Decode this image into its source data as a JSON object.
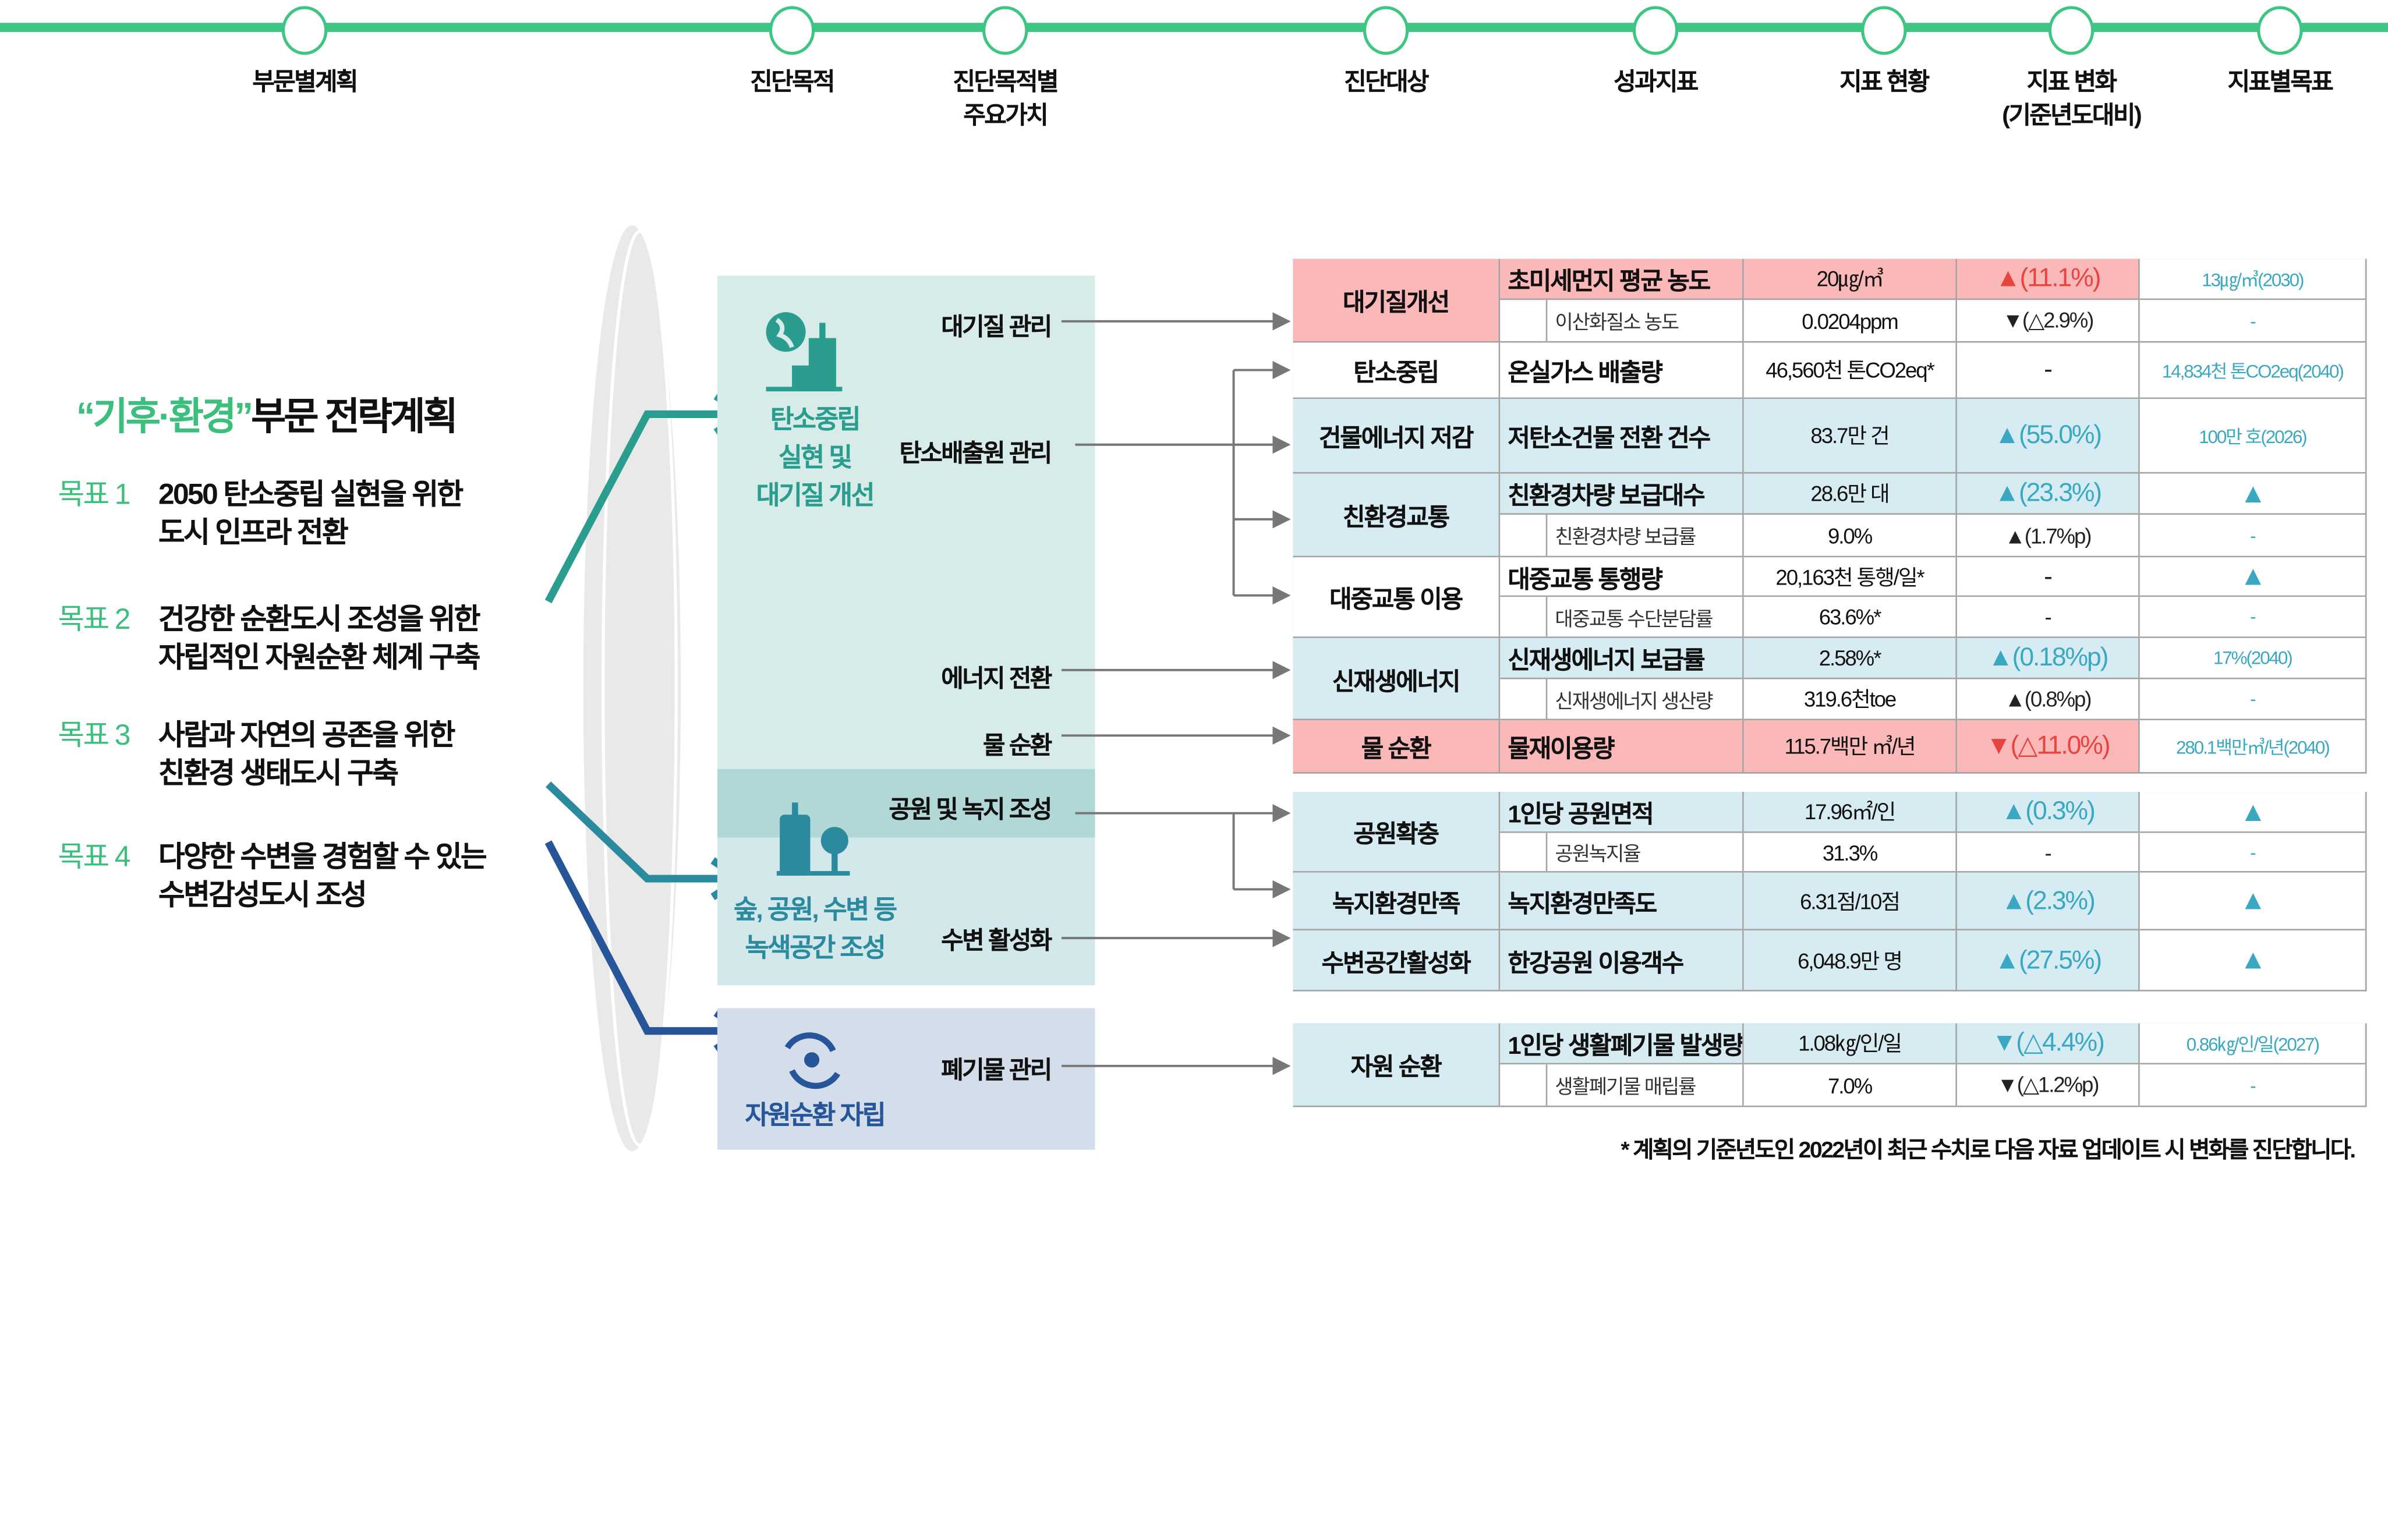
{
  "timeline": {
    "color": "#3fc583",
    "stages": [
      "부문별계획",
      "진단목적",
      "진단목적별\n주요가치",
      "진단대상",
      "성과지표",
      "지표 현황",
      "지표 변화\n(기준년도대비)",
      "지표별목표"
    ]
  },
  "left": {
    "title_quote": "“기후·환경”",
    "title_rest": "부문 전략계획",
    "goals": [
      {
        "label": "목표 1",
        "text": "2050 탄소중립 실현을 위한\n도시 인프라 전환"
      },
      {
        "label": "목표 2",
        "text": "건강한 순환도시 조성을 위한\n자립적인 자원순환 체계 구축"
      },
      {
        "label": "목표 3",
        "text": "사람과 자연의 공존을 위한\n친환경 생태도시 구축"
      },
      {
        "label": "목표 4",
        "text": "다양한 수변을 경험할 수 있는\n수변감성도시 조성"
      }
    ]
  },
  "values": [
    {
      "title": "탄소중립\n실현 및\n대기질 개선",
      "icon": "globe-city-icon",
      "items": [
        "대기질 관리",
        "탄소배출원 관리",
        "에너지 전환",
        "물 순환"
      ]
    },
    {
      "title": "숲, 공원, 수변 등\n녹색공간 조성",
      "icon": "building-tree-icon",
      "items": [
        "공원 및 녹지 조성",
        "수변 활성화"
      ]
    },
    {
      "title": "자원순환 자립",
      "icon": "recycle-icon",
      "items": [
        "폐기물 관리"
      ]
    }
  ],
  "colors": {
    "pink": "#fbb8b8",
    "blue": "#d6ebf2",
    "white": "#ffffff",
    "teal": "#3aa8c1",
    "red": "#e8433f"
  },
  "table": {
    "groups": [
      {
        "categories": [
          {
            "name": "대기질개선",
            "tone": "pink",
            "rows": [
              {
                "indicator": "초미세먼지 평균 농도",
                "value": "20㎍/㎥",
                "change": "▲(11.1%)",
                "change_tone": "red",
                "target": "13㎍/㎥(2030)"
              },
              {
                "indicator": "이산화질소 농도",
                "value": "0.0204ppm",
                "change": "▼(△2.9%)",
                "change_tone": "dark",
                "target": "-",
                "sub": true
              }
            ]
          },
          {
            "name": "탄소중립",
            "tone": "white",
            "rows": [
              {
                "indicator": "온실가스 배출량",
                "value": "46,560천 톤CO2eq*",
                "change": "-",
                "change_tone": "dark",
                "target": "14,834천 톤CO2eq(2040)"
              }
            ]
          },
          {
            "name": "건물에너지 저감",
            "tone": "blue",
            "rows": [
              {
                "indicator": "저탄소건물 전환 건수",
                "value": "83.7만 건",
                "change": "▲(55.0%)",
                "change_tone": "teal",
                "target": "100만 호(2026)"
              }
            ]
          },
          {
            "name": "친환경교통",
            "tone": "blue",
            "rows": [
              {
                "indicator": "친환경차량 보급대수",
                "value": "28.6만 대",
                "change": "▲(23.3%)",
                "change_tone": "teal",
                "target": "▲"
              },
              {
                "indicator": "친환경차량 보급률",
                "value": "9.0%",
                "change": "▲(1.7%p)",
                "change_tone": "dark",
                "target": "-",
                "sub": true
              }
            ]
          },
          {
            "name": "대중교통 이용",
            "tone": "white",
            "rows": [
              {
                "indicator": "대중교통 통행량",
                "value": "20,163천 통행/일*",
                "change": "-",
                "change_tone": "dark",
                "target": "▲"
              },
              {
                "indicator": "대중교통 수단분담률",
                "value": "63.6%*",
                "change": "-",
                "change_tone": "dark",
                "target": "-",
                "sub": true
              }
            ]
          },
          {
            "name": "신재생에너지",
            "tone": "blue",
            "rows": [
              {
                "indicator": "신재생에너지 보급률",
                "value": "2.58%*",
                "change": "▲(0.18%p)",
                "change_tone": "teal",
                "target": "17%(2040)"
              },
              {
                "indicator": "신재생에너지 생산량",
                "value": "319.6천toe",
                "change": "▲(0.8%p)",
                "change_tone": "dark",
                "target": "-",
                "sub": true
              }
            ]
          },
          {
            "name": "물 순환",
            "tone": "pink",
            "rows": [
              {
                "indicator": "물재이용량",
                "value": "115.7백만 ㎥/년",
                "change": "▼(△11.0%)",
                "change_tone": "red",
                "target": "280.1백만㎥/년(2040)"
              }
            ]
          }
        ]
      },
      {
        "categories": [
          {
            "name": "공원확충",
            "tone": "blue",
            "rows": [
              {
                "indicator": "1인당 공원면적",
                "value": "17.96㎡/인",
                "change": "▲(0.3%)",
                "change_tone": "teal",
                "target": "▲"
              },
              {
                "indicator": "공원녹지율",
                "value": "31.3%",
                "change": "-",
                "change_tone": "dark",
                "target": "-",
                "sub": true
              }
            ]
          },
          {
            "name": "녹지환경만족",
            "tone": "blue",
            "rows": [
              {
                "indicator": "녹지환경만족도",
                "value": "6.31점/10점",
                "change": "▲(2.3%)",
                "change_tone": "teal",
                "target": "▲"
              }
            ]
          },
          {
            "name": "수변공간활성화",
            "tone": "blue",
            "rows": [
              {
                "indicator": "한강공원 이용객수",
                "value": "6,048.9만 명",
                "change": "▲(27.5%)",
                "change_tone": "teal",
                "target": "▲"
              }
            ]
          }
        ]
      },
      {
        "categories": [
          {
            "name": "자원 순환",
            "tone": "blue",
            "rows": [
              {
                "indicator": "1인당 생활폐기물 발생량",
                "value": "1.08㎏/인/일",
                "change": "▼(△4.4%)",
                "change_tone": "teal",
                "target": "0.86㎏/인/일(2027)"
              },
              {
                "indicator": "생활폐기물 매립률",
                "value": "7.0%",
                "change": "▼(△1.2%p)",
                "change_tone": "dark",
                "target": "-",
                "sub": true
              }
            ]
          }
        ]
      }
    ]
  },
  "footnote": "* 계획의 기준년도인 2022년이 최근 수치로 다음 자료 업데이트 시 변화를 진단합니다."
}
